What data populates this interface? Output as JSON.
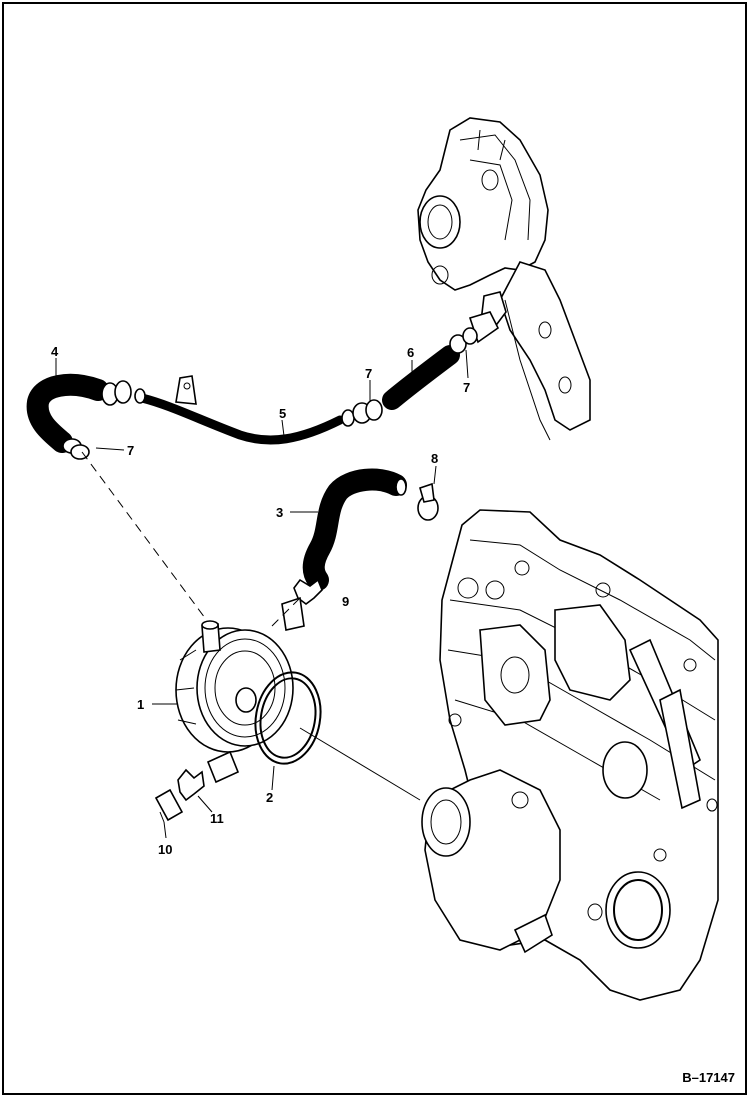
{
  "figure_id": "B–17147",
  "callouts": [
    {
      "id": "c1",
      "text": "1"
    },
    {
      "id": "c2",
      "text": "2"
    },
    {
      "id": "c3",
      "text": "3"
    },
    {
      "id": "c4",
      "text": "4"
    },
    {
      "id": "c5",
      "text": "5"
    },
    {
      "id": "c6",
      "text": "6"
    },
    {
      "id": "c7a",
      "text": "7"
    },
    {
      "id": "c7b",
      "text": "7"
    },
    {
      "id": "c7c",
      "text": "7"
    },
    {
      "id": "c8",
      "text": "8"
    },
    {
      "id": "c9",
      "text": "9"
    },
    {
      "id": "c10",
      "text": "10"
    },
    {
      "id": "c11",
      "text": "11"
    }
  ]
}
